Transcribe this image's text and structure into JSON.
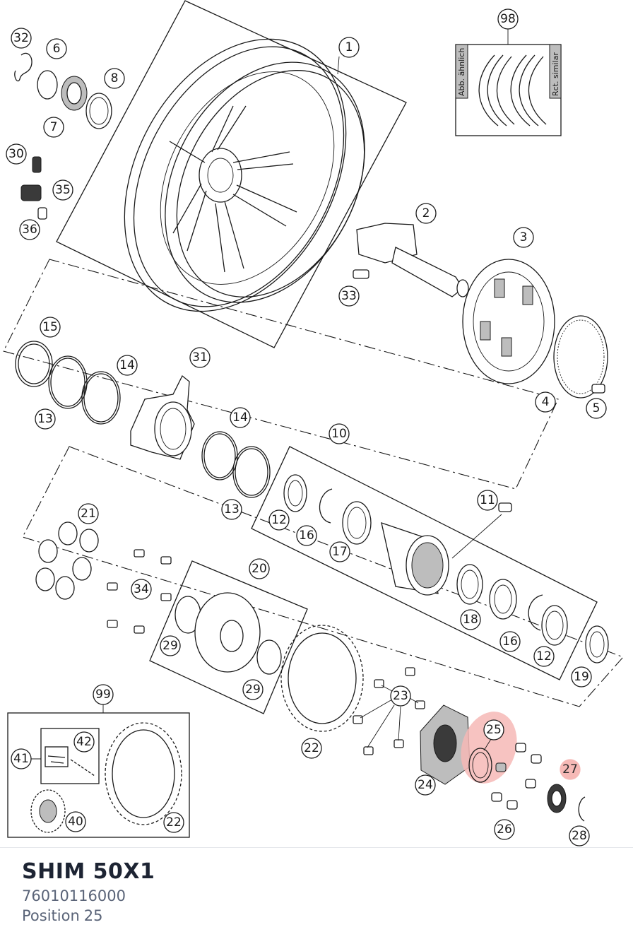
{
  "diagram": {
    "callouts": {
      "c1": "1",
      "c2": "2",
      "c3": "3",
      "c4": "4",
      "c5": "5",
      "c6": "6",
      "c7": "7",
      "c8": "8",
      "c10": "10",
      "c11": "11",
      "c12a": "12",
      "c12b": "12",
      "c13a": "13",
      "c13b": "13",
      "c14a": "14",
      "c14b": "14",
      "c15": "15",
      "c16a": "16",
      "c16b": "16",
      "c17": "17",
      "c18": "18",
      "c19": "19",
      "c20": "20",
      "c21": "21",
      "c22a": "22",
      "c22b": "22",
      "c23": "23",
      "c24": "24",
      "c25": "25",
      "c26": "26",
      "c27": "27",
      "c28": "28",
      "c29a": "29",
      "c29b": "29",
      "c30": "30",
      "c31": "31",
      "c32": "32",
      "c33": "33",
      "c34": "34",
      "c35": "35",
      "c36": "36",
      "c40": "40",
      "c41": "41",
      "c42": "42",
      "c98": "98",
      "c99": "99"
    },
    "inset_98": {
      "label_left": "Abb. ähnlich",
      "label_right": "Rct. similar"
    },
    "highlighted_position": "25",
    "highlight_color": "#f6b9b6"
  },
  "part": {
    "name": "SHIM 50X1",
    "number": "76010116000",
    "position_prefix": "Position",
    "position": "25"
  }
}
